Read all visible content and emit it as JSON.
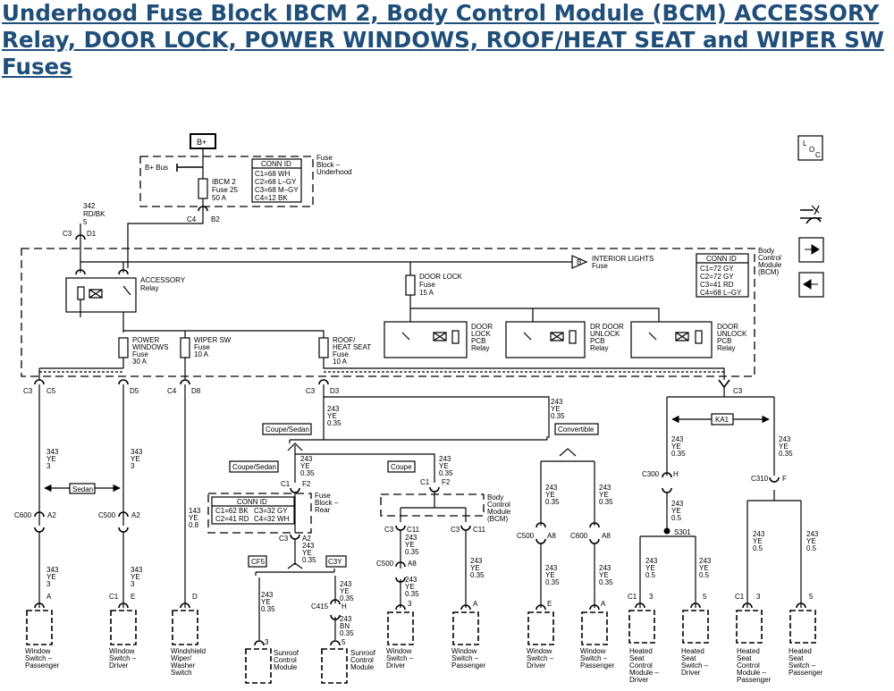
{
  "title": "Underhood Fuse Block IBCM 2, Body Control Module (BCM) ACCESSORY Relay, DOOR LOCK, POWER WINDOWS, ROOF/HEAT SEAT and WIPER SW Fuses",
  "icons": [
    "loc-icon",
    "diagnostic-icon",
    "next-arrow-icon",
    "previous-arrow-icon"
  ],
  "underhood": {
    "b_plus": "B+",
    "b_plus_bus": "B+ Bus",
    "fuse": [
      "IBCM 2",
      "Fuse 25",
      "50 A"
    ],
    "conn_id_title": "CONN ID",
    "conn_id": [
      "C1=68 WH",
      "C2=68 L–GY",
      "C3=68 M–GY",
      "C4=12 BK"
    ],
    "label": [
      "Fuse",
      "Block –",
      "Underhood"
    ],
    "c4": "C4",
    "b2": "B2"
  },
  "feed_wire": [
    "342",
    "RD/BK",
    "5"
  ],
  "c3_top": "C3",
  "d1": "D1",
  "bcm": {
    "label": [
      "Body",
      "Control",
      "Module",
      "(BCM)"
    ],
    "conn_id_title": "CONN ID",
    "conn_id": [
      "C1=72 GY",
      "C2=72 GY",
      "C3=41 RD",
      "C4=68 L–GY"
    ],
    "accessory_relay": [
      "ACCESSORY",
      "Relay"
    ],
    "interior_lights": [
      "INTERIOR LIGHTS",
      "Fuse"
    ],
    "b_marker": "B",
    "door_lock_fuse": [
      "DOOR LOCK",
      "Fuse",
      "15 A"
    ],
    "relays": [
      [
        "DOOR",
        "LOCK",
        "PCB",
        "Relay"
      ],
      [
        "DR DOOR",
        "UNLOCK",
        "PCB",
        "Relay"
      ],
      [
        "DOOR",
        "UNLOCK",
        "PCB",
        "Relay"
      ]
    ],
    "power_windows_fuse": [
      "POWER",
      "WINDOWS",
      "Fuse",
      "30 A"
    ],
    "wiper_fuse": [
      "WIPER SW",
      "Fuse",
      "10 A"
    ],
    "roof_fuse": [
      "ROOF/",
      "HEAT SEAT",
      "Fuse",
      "10 A"
    ]
  },
  "bcm_pins": {
    "c3_a": "C3",
    "c5": "C5",
    "d5": "D5",
    "c4": "C4",
    "d8": "D8",
    "c3_b": "C3",
    "d3": "D3",
    "c3_c": "C3"
  },
  "wire_343": [
    "343",
    "YE",
    "3"
  ],
  "wire_143": [
    "143",
    "YE",
    "0.8"
  ],
  "wire_243": [
    "243",
    "YE",
    "0.35"
  ],
  "wire_243_05": [
    "243",
    "YE",
    "0.5"
  ],
  "wire_243_bn": [
    "243",
    "BN",
    "0.35"
  ],
  "options": {
    "sedan": "Sedan",
    "coupe_sedan": "Coupe/Sedan",
    "convertible": "Convertible",
    "coupe_sedan_2": "Coupe/Sedan",
    "coupe": "Coupe",
    "ka1": "KA1",
    "cf5": "CF5",
    "c3y": "C3Y"
  },
  "connectors": {
    "c600": "C600",
    "c500": "C500",
    "a2": "A2",
    "c1": "C1",
    "f2": "F2",
    "c3": "C3",
    "c11": "C11",
    "a8": "A8",
    "c300": "C300",
    "h": "H",
    "c310": "C310",
    "f": "F",
    "s301": "S301",
    "c415": "C415",
    "pin_a": "A",
    "pin_e": "E",
    "pin_d": "D",
    "pin_3": "3",
    "pin_5": "5"
  },
  "rear_fuse_block": {
    "conn_id_title": "CONN ID",
    "conn_id": [
      "C1=62 BK",
      "C3=32 GY",
      "C2=41 RD",
      "C4=32 WH"
    ],
    "label": [
      "Fuse",
      "Block –",
      "Rear"
    ]
  },
  "bcm_small": [
    "Body",
    "Control",
    "Module",
    "(BCM)"
  ],
  "loads": {
    "win_pass": [
      "Window",
      "Switch –",
      "Passenger"
    ],
    "win_drv": [
      "Window",
      "Switch –",
      "Driver"
    ],
    "wiper": [
      "Windshield",
      "Wiper/",
      "Washer",
      "Switch"
    ],
    "sunroof": [
      "Sunroof",
      "Control",
      "Module"
    ],
    "win_drv_2": [
      "Window",
      "Switch –",
      "Driver"
    ],
    "win_pass_2": [
      "Window",
      "Switch –",
      "Passenger"
    ],
    "win_drv_3": [
      "Window",
      "Switch –",
      "Driver"
    ],
    "win_pass_3": [
      "Window",
      "Switch –",
      "Passenger"
    ],
    "hs_mod_drv": [
      "Heated",
      "Seat",
      "Control",
      "Module –",
      "Driver"
    ],
    "hs_sw_drv": [
      "Heated",
      "Seat",
      "Switch –",
      "Driver"
    ],
    "hs_mod_pass": [
      "Heated",
      "Seat",
      "Control",
      "Module –",
      "Passenger"
    ],
    "hs_sw_pass": [
      "Heated",
      "Seat",
      "Switch –",
      "Passenger"
    ]
  }
}
